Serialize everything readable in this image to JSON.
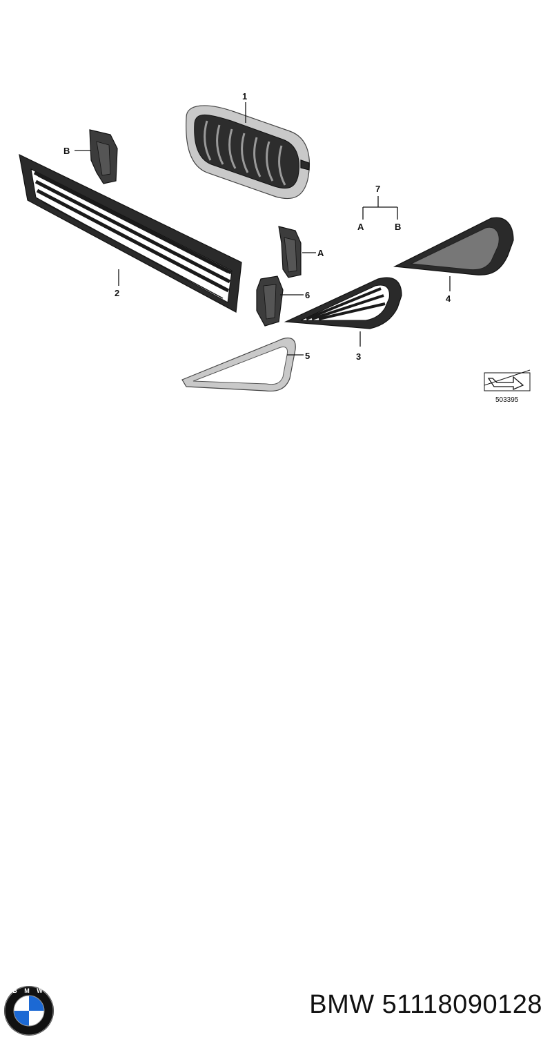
{
  "callouts": {
    "part_1": "1",
    "part_2": "2",
    "part_3": "3",
    "part_4": "4",
    "part_5": "5",
    "part_6": "6",
    "part_7": "7",
    "ref_a": "A",
    "ref_b": "B",
    "ref_a_on_part": "A",
    "ref_b_on_part": "B"
  },
  "reference_number": "503395",
  "logo": {
    "text": "BMW",
    "icon": "bmw-roundel-icon",
    "colors": {
      "blue": "#1c69d4",
      "black": "#111111",
      "white": "#ffffff"
    }
  },
  "caption": {
    "brand": "BMW",
    "part_number": "51118090128"
  }
}
